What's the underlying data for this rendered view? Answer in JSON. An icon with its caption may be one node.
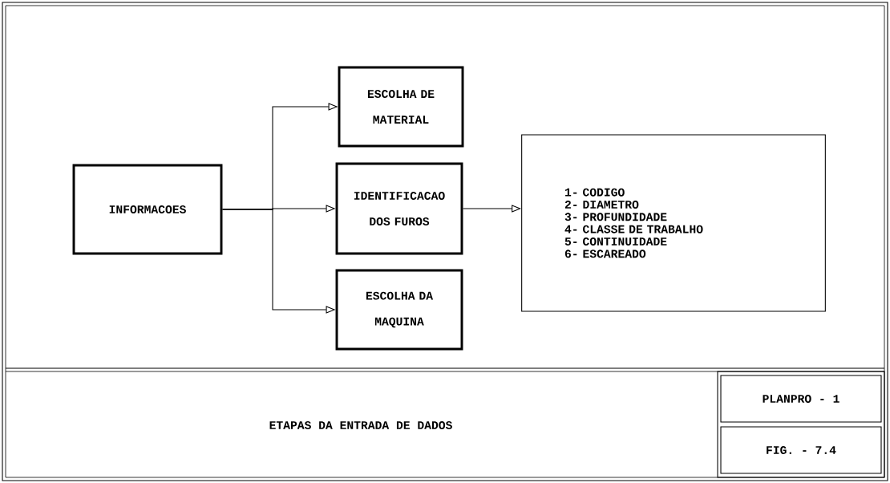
{
  "diagram": {
    "title": "ETAPAS DA ENTRADA DE DADOS",
    "nodes": [
      {
        "text": [
          "INFORMACOES"
        ]
      },
      {
        "text": [
          "ESCOLHA DE MATERIAL"
        ]
      },
      {
        "text": [
          "IDENTIFICACAO DOS FUROS"
        ]
      },
      {
        "text": [
          "ESCOLHA DA MAQUINA"
        ]
      },
      {
        "text": [
          "1- CODIGO",
          "2- DIAMETRO",
          "3- PROFUNDIDADE",
          "4- CLASSE DE TRABALHO",
          "5- CONTINUIDADE",
          "6- ESCAREADO"
        ]
      }
    ],
    "edges": [
      {
        "from": 0,
        "to": 1,
        "arrow": "to"
      },
      {
        "from": 0,
        "to": 2,
        "arrow": "to"
      },
      {
        "from": 0,
        "to": 3,
        "arrow": "to"
      },
      {
        "from": 2,
        "to": 4,
        "arrow": "to"
      }
    ],
    "labels": [
      "PLANPRO - 1",
      "FIG. - 7.4"
    ]
  }
}
